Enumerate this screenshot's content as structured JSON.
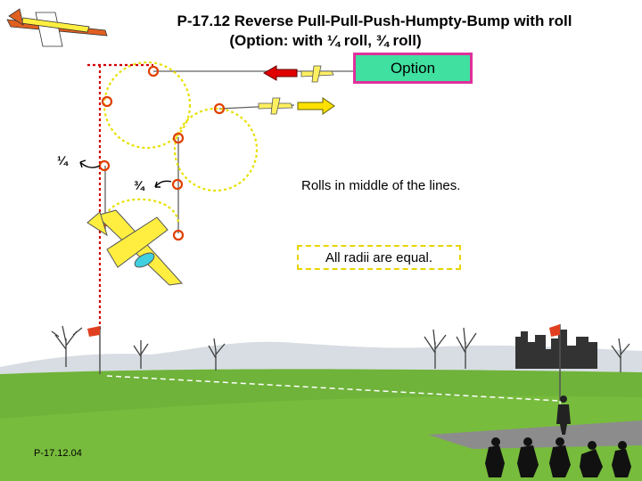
{
  "title": {
    "line1": "P-17.12 Reverse Pull-Pull-Push-Humpty-Bump with roll",
    "line2": "(Option: with ¼ roll, ¾ roll)"
  },
  "option_label": "Option",
  "notes": {
    "rolls": "Rolls in middle of the lines.",
    "radii": "All radii are equal."
  },
  "roll_marks": {
    "quarter": "¼",
    "three_quarter": "¾"
  },
  "figure_ref": "P-17.12.04",
  "colors": {
    "sky": "#ffffff",
    "grass": "#6fb33a",
    "path": "#606060",
    "loop_dashed": "#e8e000",
    "option_dashed": "#d40000",
    "roll_circle": "#e04000",
    "option_fill": "#3fe0a0",
    "option_border": "#e0309c",
    "arrow_red": "#e00000",
    "arrow_yellow": "#ffe000",
    "plane_yellow": "#ffee40"
  },
  "icons": [
    "plane-icon",
    "arrow-left-icon",
    "arrow-right-icon",
    "flag-icon",
    "tree-icon",
    "castle-icon",
    "judge-icon",
    "pilot-icon"
  ]
}
